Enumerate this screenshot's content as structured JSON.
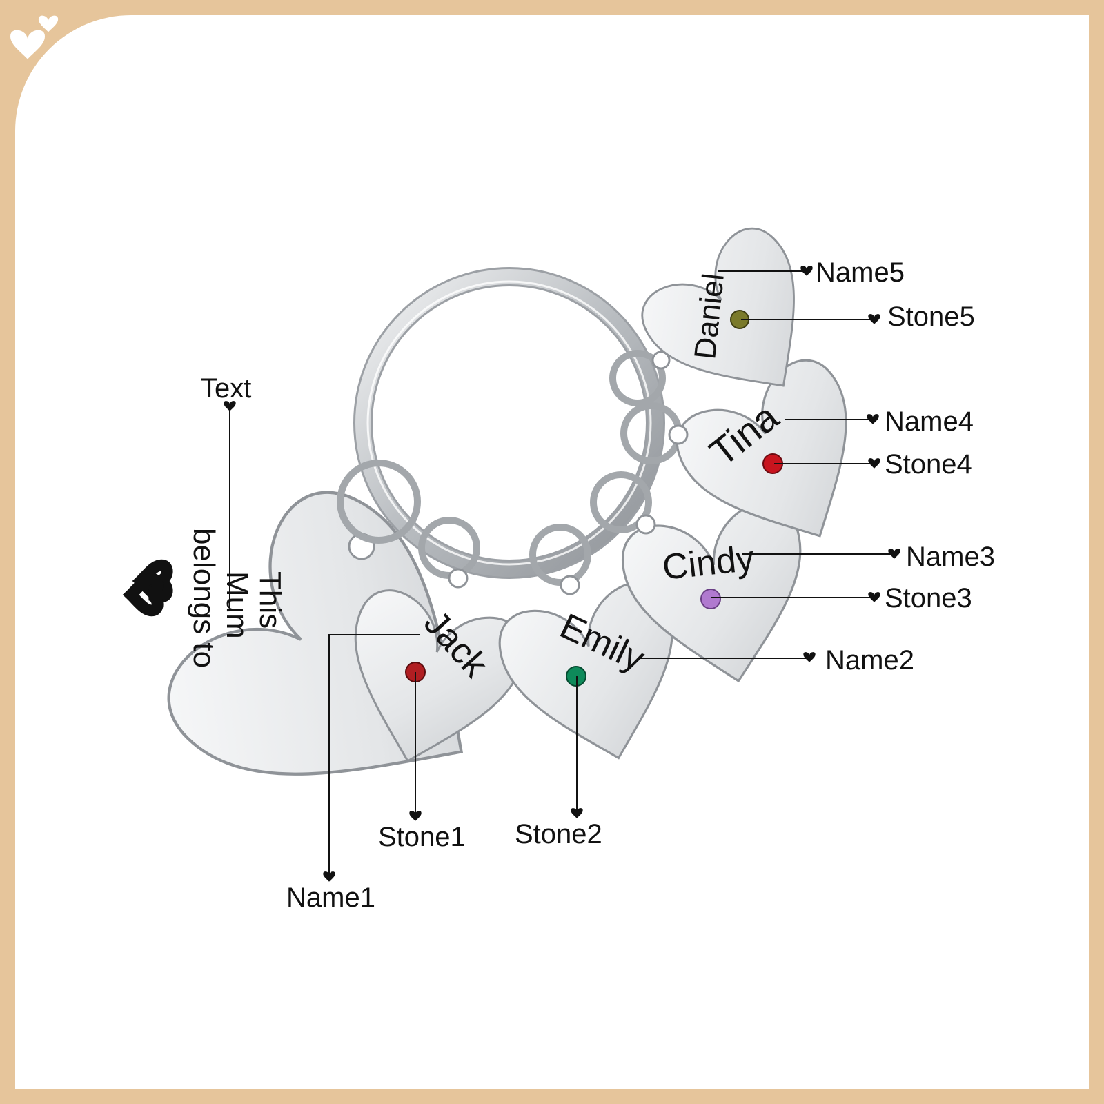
{
  "colors": {
    "frame": "#E6C59B",
    "background": "#FFFFFF",
    "metal_light": "#F2F3F4",
    "metal_dark": "#9A9EA3",
    "stone1": "#B01E22",
    "stone2": "#0E8A5A",
    "stone3": "#B07ACF",
    "stone4": "#C8141E",
    "stone5": "#7A7A2A"
  },
  "engraving": {
    "text_line1": "This",
    "text_line2": "Mum",
    "text_line3": "belongs to",
    "name1": "Jack",
    "name2": "Emily",
    "name3": "Cindy",
    "name4": "Tina",
    "name5": "Daniel"
  },
  "callouts": {
    "text": "Text",
    "name1": "Name1",
    "stone1": "Stone1",
    "stone2": "Stone2",
    "name2": "Name2",
    "name3": "Name3",
    "stone3": "Stone3",
    "name4": "Name4",
    "stone4": "Stone4",
    "name5": "Name5",
    "stone5": "Stone5"
  },
  "icons": {
    "corner": "double-heart-icon",
    "engraved": "interlocked-hearts-icon",
    "pointer": "small-heart-icon"
  }
}
